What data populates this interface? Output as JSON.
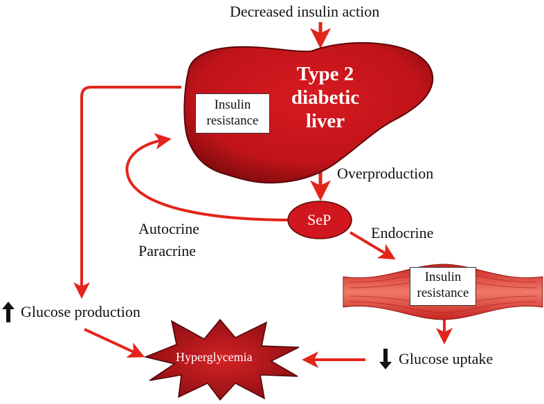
{
  "labels": {
    "top": "Decreased insulin action",
    "liver_title_1": "Type 2",
    "liver_title_2": "diabetic",
    "liver_title_3": "liver",
    "liver_box_1": "Insulin",
    "liver_box_2": "resistance",
    "overproduction": "Overproduction",
    "sep": "SeP",
    "autocrine": "Autocrine",
    "paracrine": "Paracrine",
    "endocrine": "Endocrine",
    "muscle_box_1": "Insulin",
    "muscle_box_2": "resistance",
    "glucose_production": "Glucose production",
    "hyperglycemia": "Hyperglycemia",
    "glucose_uptake": "Glucose uptake"
  },
  "colors": {
    "arrow": "#e3241b",
    "liver": "#c4161c",
    "liver_dark": "#7d0a0d",
    "muscle": "#e0413b",
    "hyper": "#b3191b",
    "black_arrow": "#111111"
  }
}
